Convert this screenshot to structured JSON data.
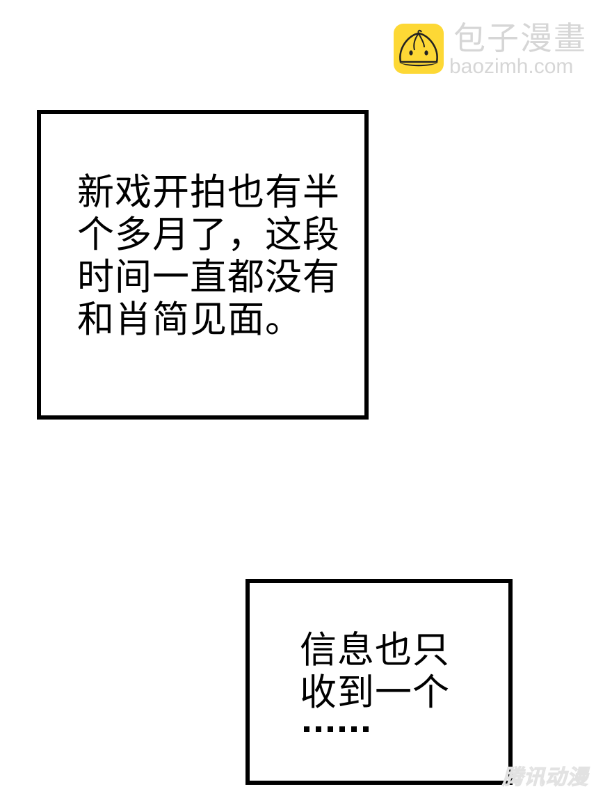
{
  "watermark_top": {
    "icon": "steamed-bun-logo-icon",
    "icon_color": "#fdd835",
    "title": "包子漫畫",
    "url": "baozimh.com",
    "text_color": "#d6d6d6"
  },
  "panels": [
    {
      "caption_lines": [
        "新戏开拍也有半",
        "个多月了，这段",
        "时间一直都没有",
        "和肖简见面。"
      ]
    },
    {
      "caption_lines": [
        "信息也只",
        "收到一个"
      ],
      "ellipsis": "……"
    }
  ],
  "watermark_bottom": {
    "text": "腾讯动漫"
  }
}
